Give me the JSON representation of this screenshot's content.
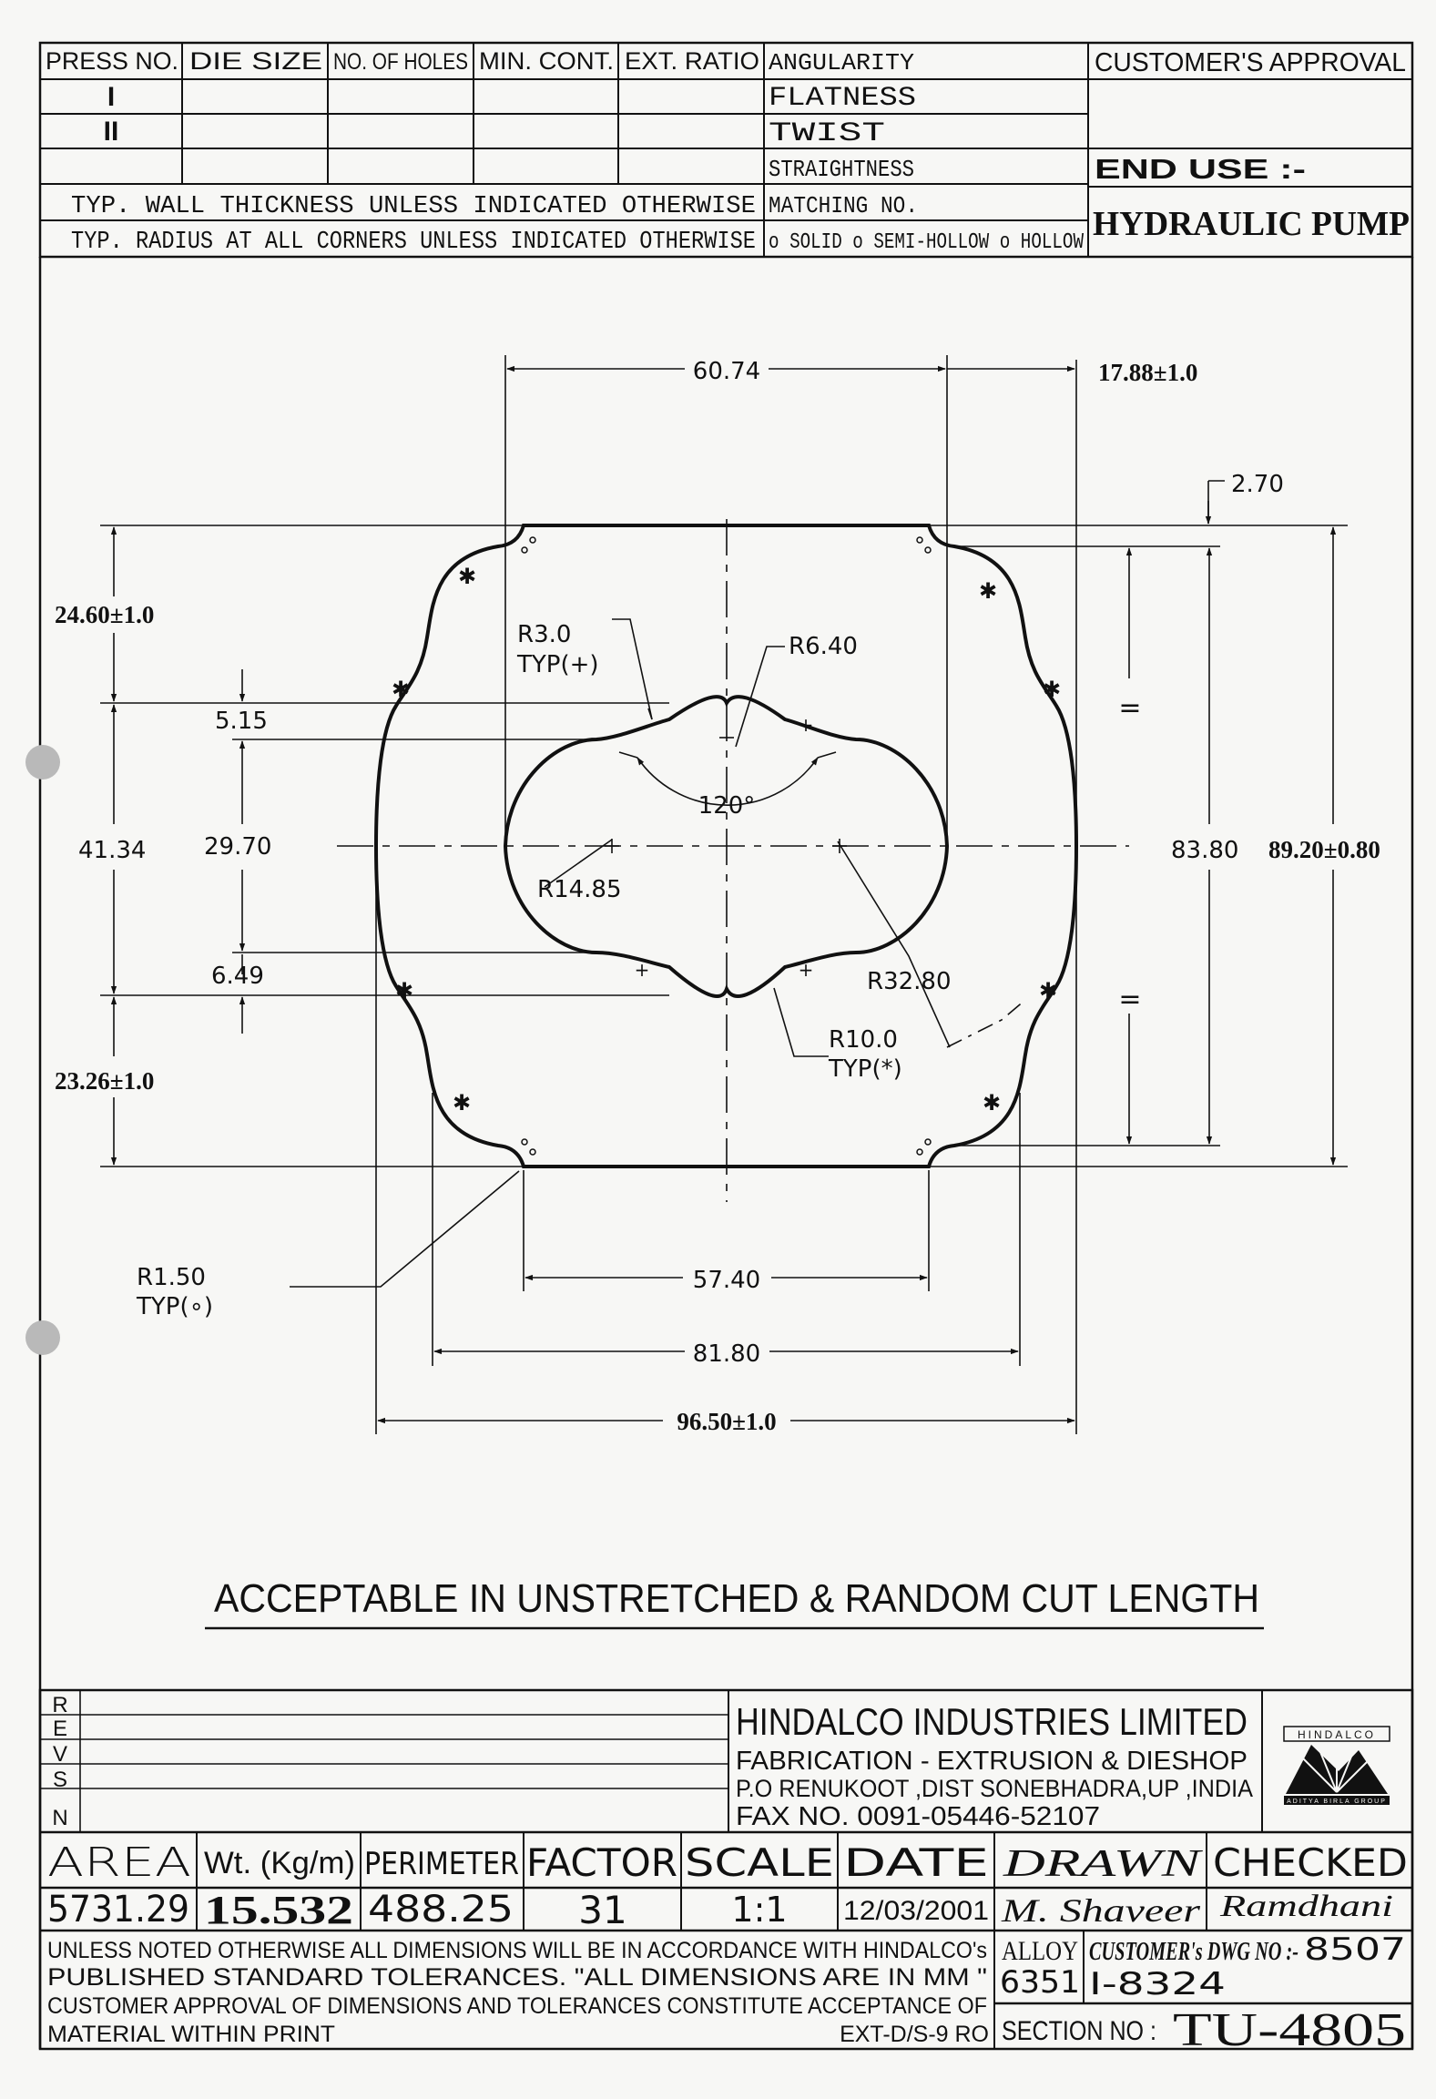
{
  "header": {
    "col_press_no": "PRESS NO.",
    "col_die_size": "DIE SIZE",
    "col_no_of_holes": "NO. OF HOLES",
    "col_min_cont": "MIN. CONT.",
    "col_ext_ratio": "EXT. RATIO",
    "press_rows": [
      "I",
      "II"
    ],
    "angularity": "ANGULARITY",
    "flatness": "FLATNESS",
    "twist": "TWIST",
    "straightness": "STRAIGHTNESS",
    "matching_no": "MATCHING NO.",
    "section_type": "o SOLID o SEMI-HOLLOW o HOLLOW",
    "wall_note": "TYP. WALL THICKNESS UNLESS INDICATED OTHERWISE",
    "radius_note": "TYP. RADIUS AT ALL CORNERS UNLESS INDICATED OTHERWISE",
    "customer_approval": "CUSTOMER'S APPROVAL",
    "end_use_label": "END USE :-",
    "end_use_value": "HYDRAULIC PUMP"
  },
  "drawing": {
    "dim_60_74": "60.74",
    "dim_17_88": "17.88±1.0",
    "dim_2_70": "2.70",
    "dim_24_60": "24.60±1.0",
    "dim_5_15": "5.15",
    "dim_41_34": "41.34",
    "dim_29_70": "29.70",
    "dim_6_49": "6.49",
    "dim_23_26": "23.26±1.0",
    "r3_0": "R3.0",
    "r3_0_typ": "TYP(+)",
    "r6_40": "R6.40",
    "angle_120": "120°",
    "r14_85": "R14.85",
    "r32_80": "R32.80",
    "r10_0": "R10.0",
    "r10_0_typ": "TYP(*)",
    "dim_83_80": "83.80",
    "dim_89_20": "89.20±0.80",
    "equal_mark": "=",
    "r1_50": "R1.50",
    "r1_50_typ": "TYP(∘)",
    "dim_57_40": "57.40",
    "dim_81_80": "81.80",
    "dim_96_50": "96.50±1.0",
    "note": "ACCEPTABLE IN UNSTRETCHED & RANDOM CUT LENGTH"
  },
  "title_block": {
    "revs_letters": [
      "R",
      "E",
      "V",
      "S",
      "N"
    ],
    "company": "HINDALCO INDUSTRIES LIMITED",
    "division": "FABRICATION - EXTRUSION & DIESHOP",
    "address": "P.O RENUKOOT ,DIST SONEBHADRA,UP ,INDIA",
    "fax": "FAX NO. 0091-05446-52107",
    "logo_text": "HINDALCO",
    "logo_sub": "ADITYA BIRLA GROUP",
    "area_label": "AREA",
    "area_value": "5731.29",
    "wt_label": "Wt. (Kg/m)",
    "wt_value": "15.532",
    "perimeter_label": "PERIMETER",
    "perimeter_value": "488.25",
    "factor_label": "FACTOR",
    "factor_value": "31",
    "scale_label": "SCALE",
    "scale_value": "1:1",
    "date_label": "DATE",
    "date_value": "12/03/2001",
    "drawn_label": "DRAWN",
    "drawn_value": "M. Shaveer",
    "checked_label": "CHECKED",
    "checked_value": "Ramdhani",
    "notes_line1": "UNLESS NOTED OTHERWISE ALL DIMENSIONS WILL BE IN ACCORDANCE WITH HINDALCO's",
    "notes_line2": "PUBLISHED STANDARD TOLERANCES. \"ALL DIMENSIONS ARE IN MM \"",
    "notes_line3": "CUSTOMER APPROVAL OF DIMENSIONS AND TOLERANCES CONSTITUTE ACCEPTANCE OF",
    "notes_line4": "MATERIAL WITHIN PRINT",
    "ext_code": "EXT-D/S-9 RO",
    "alloy_label": "ALLOY",
    "alloy_value": "6351",
    "cust_dwg_label": "CUSTOMER's DWG NO :-",
    "cust_dwg_value1": "8507",
    "cust_dwg_value2": "I-8324",
    "section_label": "SECTION NO :",
    "section_value": "TU-4805"
  }
}
